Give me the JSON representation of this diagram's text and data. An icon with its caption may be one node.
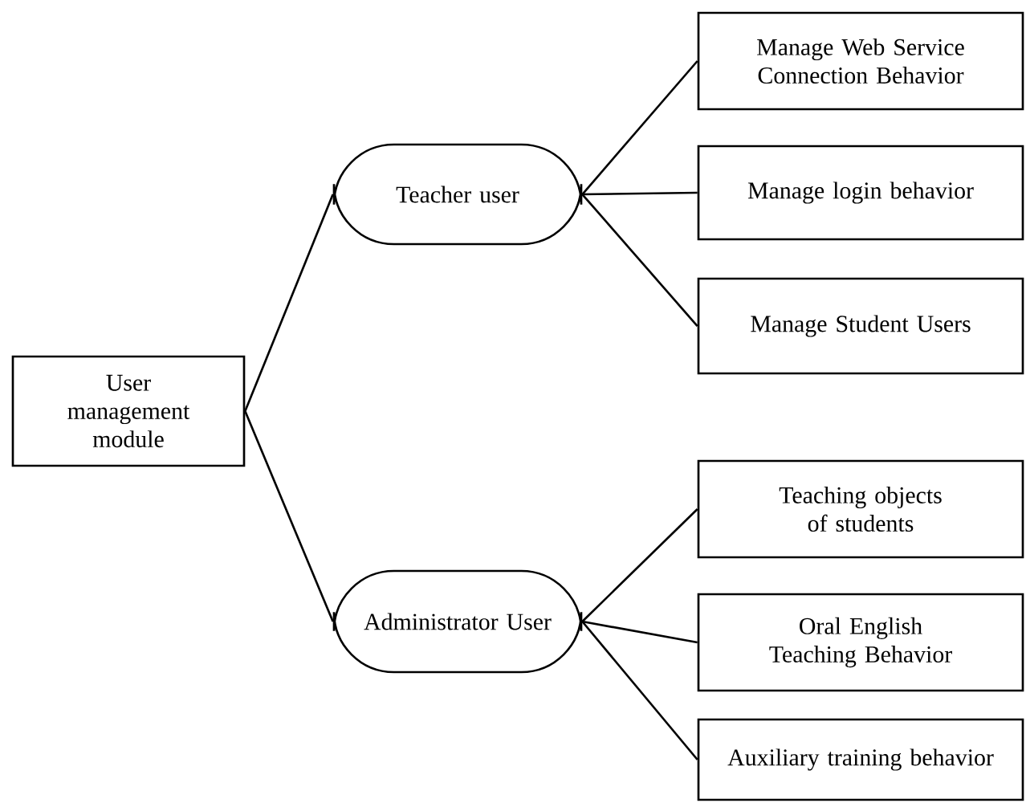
{
  "diagram": {
    "nodes": [
      {
        "text": [
          "User management module"
        ]
      },
      {
        "text": [
          "Teacher user"
        ]
      },
      {
        "text": [
          "Administrator User"
        ]
      },
      {
        "text": [
          "Manage Web Service Connection Behavior"
        ]
      },
      {
        "text": [
          "Manage login behavior"
        ]
      },
      {
        "text": [
          "Manage Student Users"
        ]
      },
      {
        "text": [
          "Teaching objects of students"
        ]
      },
      {
        "text": [
          "Oral English Teaching Behavior"
        ]
      },
      {
        "text": [
          "Auxiliary training behavior"
        ]
      }
    ],
    "edges": [
      {
        "from": 0,
        "to": 1,
        "arrow": "none"
      },
      {
        "from": 0,
        "to": 2,
        "arrow": "none"
      },
      {
        "from": 1,
        "to": 3,
        "arrow": "none"
      },
      {
        "from": 1,
        "to": 4,
        "arrow": "none"
      },
      {
        "from": 1,
        "to": 5,
        "arrow": "none"
      },
      {
        "from": 2,
        "to": 6,
        "arrow": "none"
      },
      {
        "from": 2,
        "to": 7,
        "arrow": "none"
      },
      {
        "from": 2,
        "to": 8,
        "arrow": "none"
      }
    ]
  }
}
